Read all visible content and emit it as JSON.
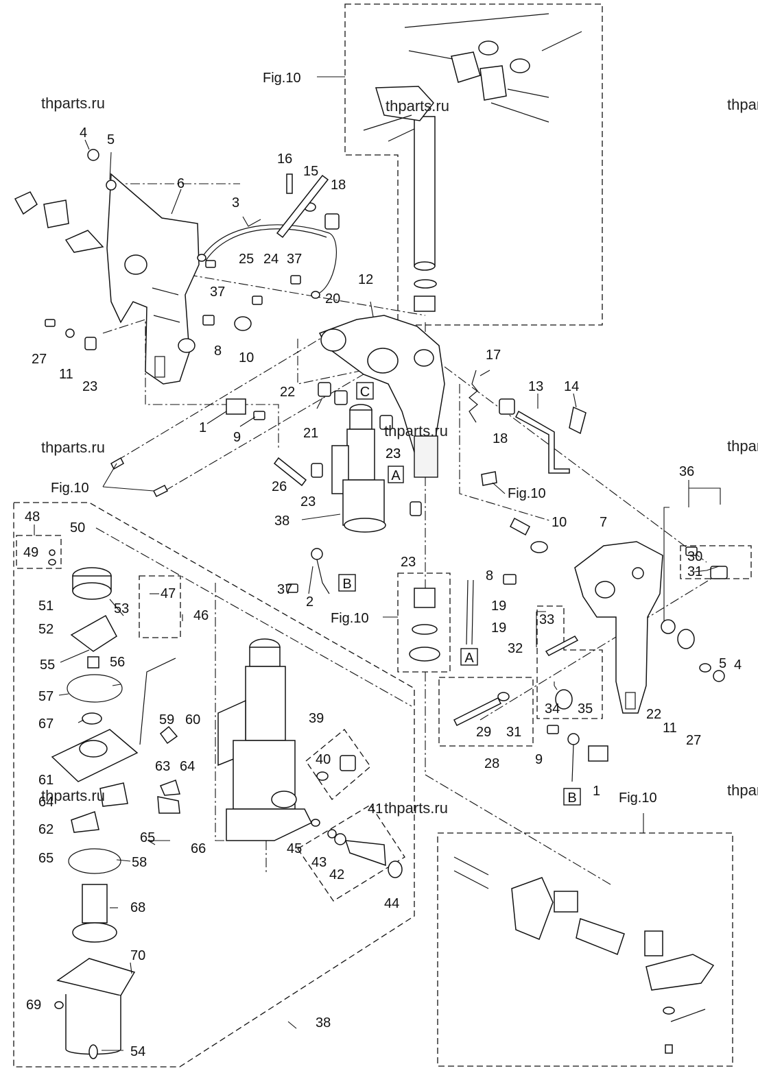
{
  "watermarks": [
    "thparts.ru",
    "thparts.ru",
    "thparts.ru",
    "thparts.ru",
    "thparts.ru",
    "thparts.ru",
    "thparts.ru",
    "thparts.ru",
    "thparts.ru"
  ],
  "fig_refs": [
    "Fig.10",
    "Fig.10",
    "Fig.10",
    "Fig.10",
    "Fig.10"
  ],
  "box_refs": [
    "A",
    "A",
    "B",
    "B",
    "C"
  ],
  "part_labels": [
    "4",
    "5",
    "6",
    "16",
    "15",
    "18",
    "3",
    "25",
    "24",
    "37",
    "37",
    "12",
    "20",
    "8",
    "10",
    "27",
    "11",
    "23",
    "17",
    "13",
    "14",
    "22",
    "21",
    "23",
    "1",
    "9",
    "18",
    "23",
    "26",
    "23",
    "38",
    "36",
    "10",
    "7",
    "8",
    "30",
    "31",
    "37",
    "2",
    "23",
    "48",
    "49",
    "50",
    "47",
    "46",
    "51",
    "52",
    "53",
    "19",
    "19",
    "33",
    "32",
    "55",
    "56",
    "5",
    "4",
    "22",
    "11",
    "27",
    "57",
    "39",
    "67",
    "59",
    "60",
    "40",
    "29",
    "31",
    "34",
    "35",
    "28",
    "9",
    "61",
    "63",
    "64",
    "64",
    "62",
    "65",
    "66",
    "1",
    "41",
    "65",
    "58",
    "45",
    "43",
    "42",
    "44",
    "68",
    "70",
    "69",
    "54",
    "38"
  ]
}
